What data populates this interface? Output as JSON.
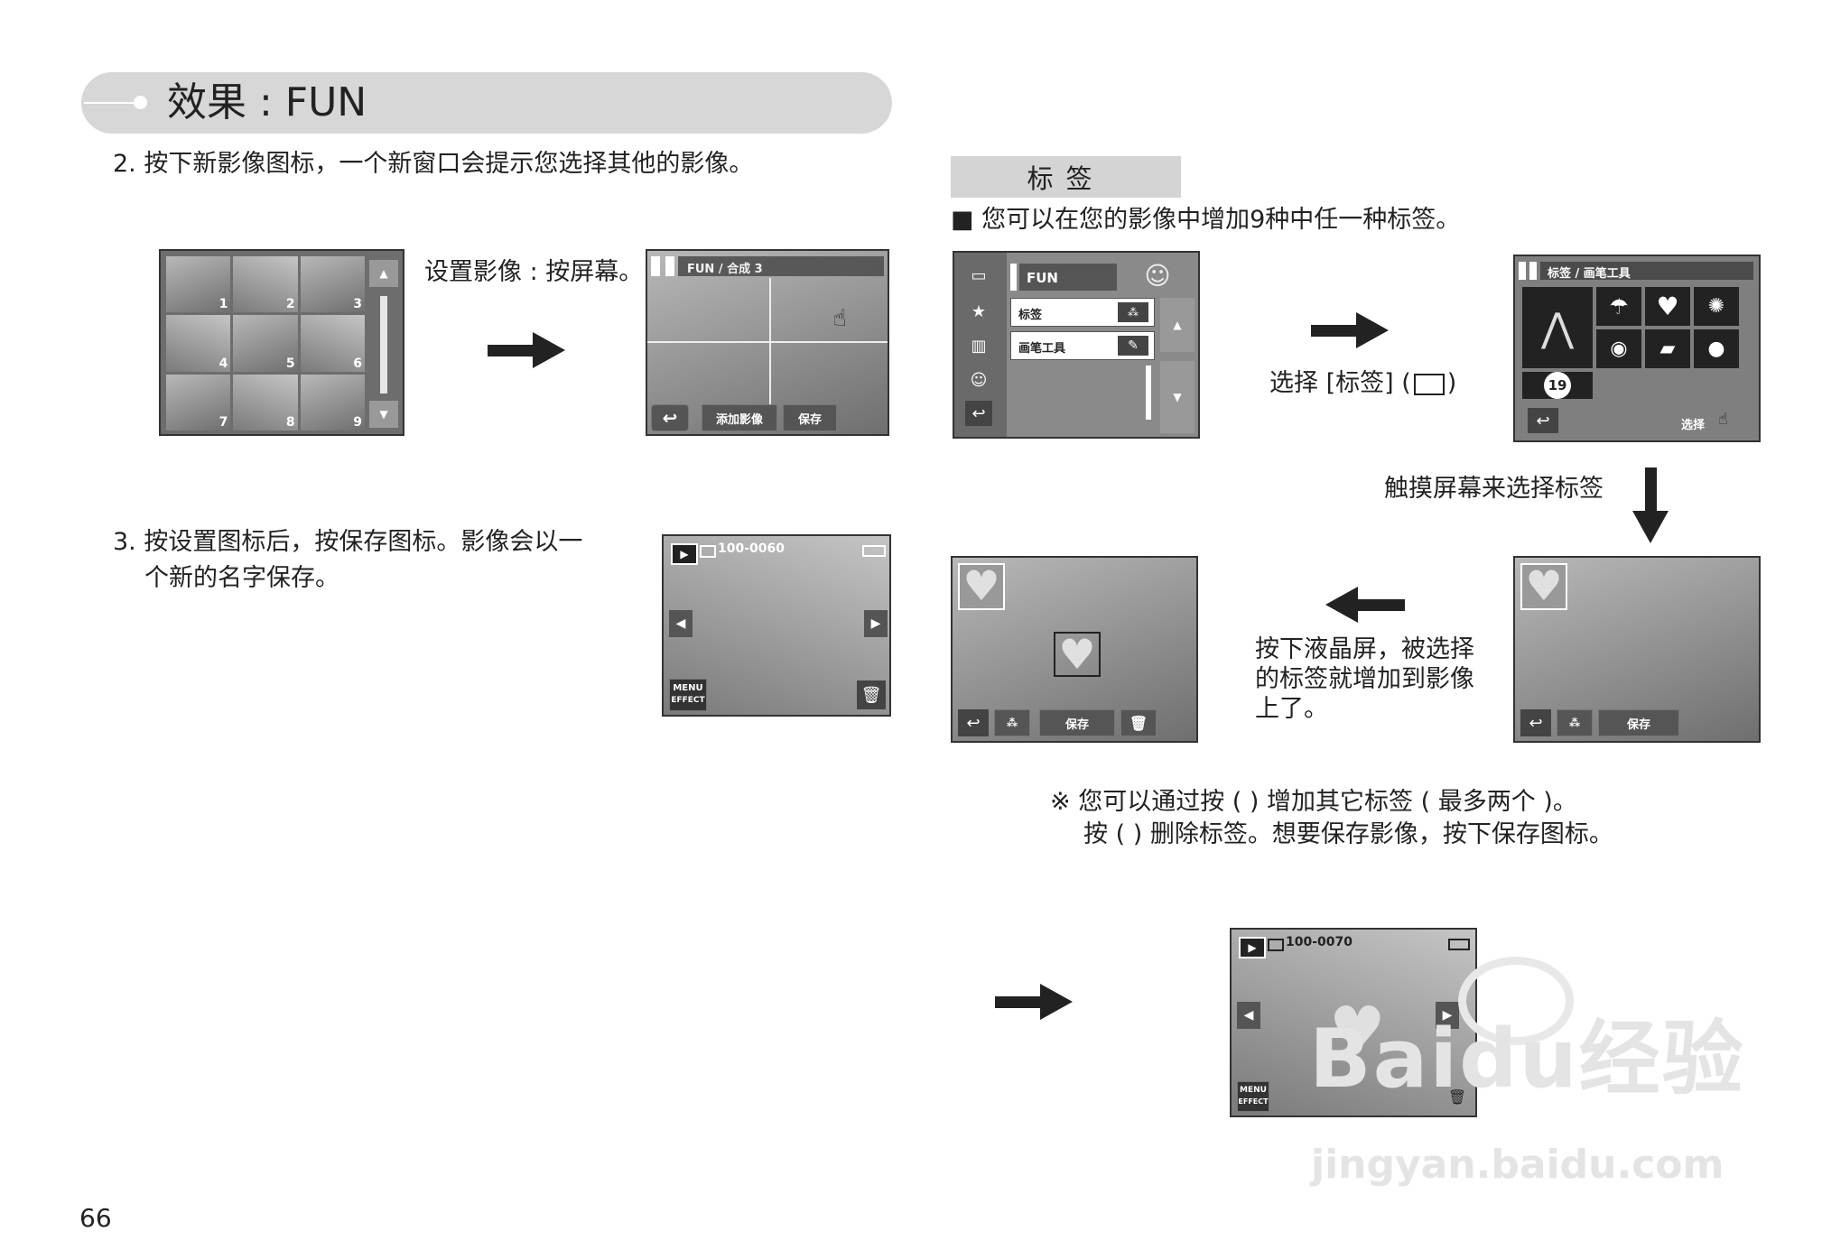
{
  "header": {
    "title": "效果 : FUN"
  },
  "step2": {
    "text": "2. 按下新影像图标，一个新窗口会提示您选择其他的影像。",
    "caption": "设置影像 : 按屏幕。",
    "grid_numbers": [
      "1",
      "2",
      "3",
      "4",
      "5",
      "6",
      "7",
      "8",
      "9"
    ],
    "screen2_title": "FUN / 合成 3",
    "add_image_label": "添加影像",
    "save_label": "保存"
  },
  "step3": {
    "line1": "3. 按设置图标后，按保存图标。影像会以一",
    "line2": "个新的名字保存。",
    "file_number": "100-0060",
    "menu_label": "MENU",
    "effect_label": "EFFECT"
  },
  "stickers": {
    "section_label": "标签",
    "intro": "■  您可以在您的影像中增加9种中任一种标签。",
    "menu_fun": "FUN",
    "menu_tag": "标签",
    "menu_pen": "画笔工具",
    "caption_select": "选择 [标签] (",
    "caption_select_end": ")",
    "picker_title": "标签 / 画笔工具",
    "picker_select": "选择",
    "picker_badge": "19",
    "touch_caption": "触摸屏幕来选择标签",
    "press_line1": "按下液晶屏，被选择",
    "press_line2": "的标签就增加到影像",
    "press_line3": "上了。",
    "save_label": "保存",
    "note_line1": "※  您可以通过按 (   ) 增加其它标签 ( 最多两个 )。",
    "note_line2": "按 (   ) 删除标签。想要保存影像，按下保存图标。",
    "final_file_number": "100-0070",
    "menu_label": "MENU",
    "effect_label": "EFFECT"
  },
  "watermark": {
    "brand": "Baidu经验",
    "url": "jingyan.baidu.com"
  },
  "page_number": "66"
}
